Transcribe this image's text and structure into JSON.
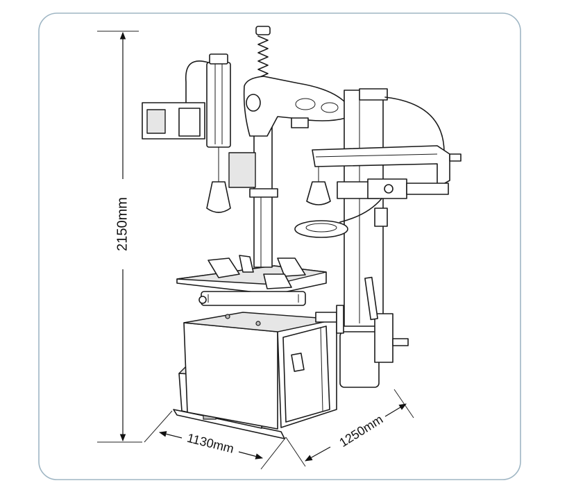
{
  "dimensions": {
    "height": "2150mm",
    "width": "1130mm",
    "depth": "1250mm"
  },
  "colors": {
    "frame_border": "#9fb6c4",
    "line": "#1a1a1a",
    "panel_fill": "#e6e6e6"
  },
  "icons": {
    "machine": "tyre-changer-machine-illustration"
  }
}
